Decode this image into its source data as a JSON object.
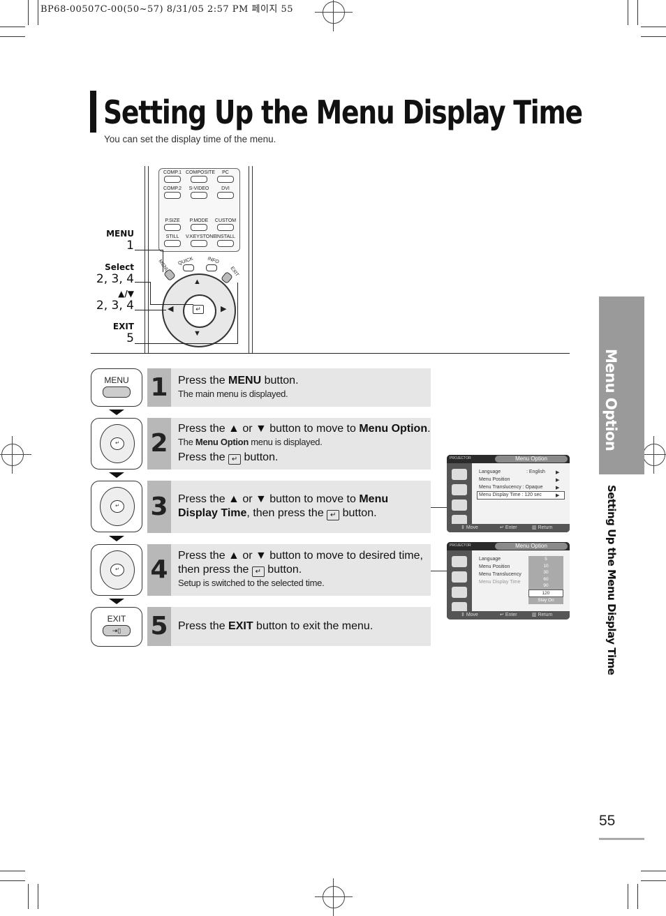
{
  "print_header": "BP68-00507C-00(50~57)  8/31/05  2:57 PM 페이지 55",
  "title": "Setting Up the Menu Display Time",
  "subtitle": "You can set the display time of the menu.",
  "side_tab": {
    "section": "Menu Option",
    "chapter": "Setting Up the Menu Display Time"
  },
  "page_number": "55",
  "remote": {
    "callouts": [
      {
        "name": "MENU",
        "steps": "1"
      },
      {
        "name": "Select",
        "steps": "2, 3, 4"
      },
      {
        "name": "▲/▼",
        "steps": "2, 3, 4"
      },
      {
        "name": "EXIT",
        "steps": "5"
      }
    ],
    "buttons_row1": [
      "COMP.1",
      "COMPOSITE",
      "PC"
    ],
    "buttons_row2": [
      "COMP.2",
      "S-VIDEO",
      "DVI"
    ],
    "buttons_row3": [
      "P.SIZE",
      "P.MODE",
      "CUSTOM"
    ],
    "buttons_row4": [
      "STILL",
      "V.KEYSTONE",
      "INSTALL"
    ],
    "round_buttons": [
      "MENU",
      "QUICK",
      "INFO",
      "EXIT"
    ]
  },
  "steps": [
    {
      "number": "1",
      "icon": "MENU",
      "l1_pre": "Press the ",
      "l1_bold": "MENU",
      "l1_post": " button.",
      "sub": "The main menu is displayed."
    },
    {
      "number": "2",
      "l1_pre": "Press the ▲ or ▼ button to move to ",
      "l1_bold": "Menu Option",
      "l1_post": ".",
      "sub_pre": "The ",
      "sub_bold": "Menu Option",
      "sub_post": " menu is displayed.",
      "l3_pre": "Press the ",
      "l3_post": " button."
    },
    {
      "number": "3",
      "l1_pre": "Press the ▲ or ▼ button to move to ",
      "l1_bold": "Menu",
      "l2_bold": "Display Time",
      "l2_post": ", then press the ",
      "l2_end": " button."
    },
    {
      "number": "4",
      "l1": "Press the ▲ or ▼ button to move to desired time,",
      "l2_pre": "then press the ",
      "l2_post": " button.",
      "sub": "Setup is switched to the selected time."
    },
    {
      "number": "5",
      "icon": "EXIT",
      "l1_pre": "Press the ",
      "l1_bold": "EXIT",
      "l1_post": " button to exit the menu."
    }
  ],
  "osd1": {
    "brand": "PROJECTOR",
    "title": "Menu Option",
    "rows": [
      {
        "label": "Language",
        "value": ": English"
      },
      {
        "label": "Menu Position",
        "value": ""
      },
      {
        "label": "Menu Translucency",
        "value": ": Opaque"
      },
      {
        "label": "Menu Display Time",
        "value": ": 120 sec"
      }
    ],
    "footer": {
      "move": "Move",
      "enter": "Enter",
      "return": "Return"
    }
  },
  "osd2": {
    "brand": "PROJECTOR",
    "title": "Menu Option",
    "rows": [
      "Language",
      "Menu Position",
      "Menu Translucency",
      "Menu Display Time"
    ],
    "options": [
      "5",
      "10",
      "30",
      "60",
      "90",
      "120",
      "Stay On"
    ],
    "selected": "120",
    "footer": {
      "move": "Move",
      "enter": "Enter",
      "return": "Return"
    }
  }
}
